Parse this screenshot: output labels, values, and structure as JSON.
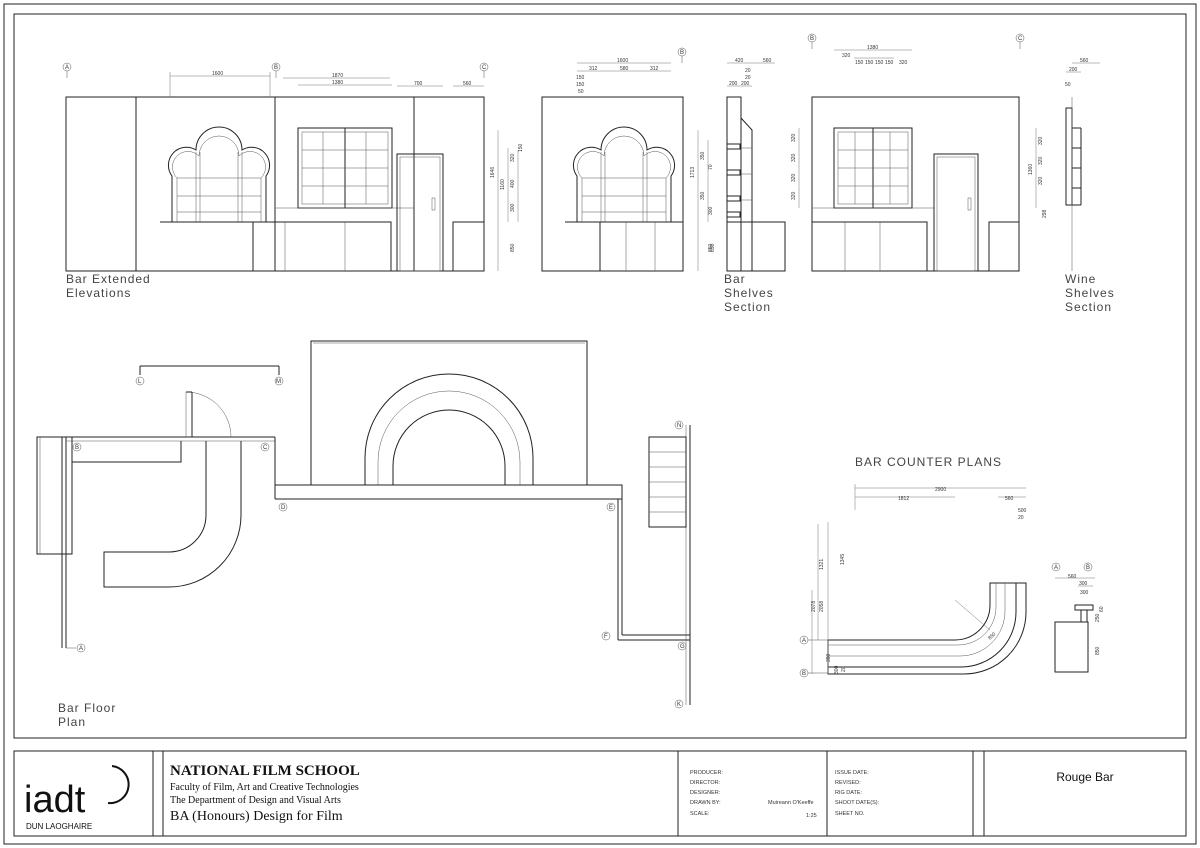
{
  "drawing_labels": {
    "extended_elevations": [
      "Bar Extended",
      "Elevations"
    ],
    "bar_shelves_section": [
      "Bar",
      "Shelves",
      "Section"
    ],
    "wine_shelves_section": [
      "Wine",
      "Shelves",
      "Section"
    ],
    "floor_plan": [
      "Bar Floor",
      "Plan"
    ],
    "counter_plans": "BAR COUNTER PLANS"
  },
  "grid_tags": {
    "a": "A",
    "b": "B",
    "c": "C",
    "d": "D",
    "e": "E",
    "f": "F",
    "g": "G",
    "k": "K",
    "l": "L",
    "m": "M",
    "n": "N"
  },
  "dimensions": {
    "elev_1600": "1600",
    "elev_1870": "1870",
    "elev_1380": "1380",
    "elev_700": "700",
    "elev_560": "560",
    "elev_1646": "1646",
    "elev_1160": "1160",
    "elev_320": "320",
    "elev_400": "400",
    "elev_300": "300",
    "elev_850": "850",
    "elev_150": "150",
    "sec2_1600": "1600",
    "sec2_312": "312",
    "sec2_580": "580",
    "sec2_312b": "312",
    "sec2_150": "150",
    "sec2_50": "50",
    "sec2_1713": "1713",
    "sec2_850": "850",
    "bs_420": "420",
    "bs_560": "560",
    "bs_200": "200",
    "bs_200b": "200",
    "bs_20": "20",
    "bs_20b": "20",
    "bs_350": "350",
    "bs_70": "70",
    "bs_850": "850",
    "bs_300": "300",
    "el4_1380": "1380",
    "el4_320": "320",
    "el4_150": "150",
    "el4_320b": "320",
    "ws_560": "560",
    "ws_200": "200",
    "ws_50": "50",
    "ws_1360": "1360",
    "ws_320": "320",
    "ws_298": "298",
    "cp_2900": "2900",
    "cp_1812": "1812",
    "cp_560": "560",
    "cp_500": "500",
    "cp_20": "20",
    "cp_1321": "1321",
    "cp_1345": "1345",
    "cp_2078": "2078",
    "cp_2058": "2058",
    "cp_390": "390",
    "cp_300": "300",
    "cp_20b": "20",
    "cp_850": "850",
    "cs_560": "560",
    "cs_300": "300",
    "cs_250": "250",
    "cs_60": "60",
    "cs_850": "850"
  },
  "title_block": {
    "logo_text": "iadt",
    "logo_subtitle": "DUN LAOGHAIRE",
    "school": "NATIONAL FILM SCHOOL",
    "faculty": "Faculty of Film, Art and Creative Technologies",
    "department": "The Department of Design and Visual Arts",
    "course": "BA (Honours) Design for Film",
    "fields_left": [
      {
        "label": "PRODUCER:",
        "value": ""
      },
      {
        "label": "DIRECTOR:",
        "value": ""
      },
      {
        "label": "DESIGNER:",
        "value": ""
      },
      {
        "label": "DRAWN BY:",
        "value": "Muireann O'Keeffe"
      },
      {
        "label": "SCALE:",
        "value": "1:25"
      }
    ],
    "fields_right": [
      {
        "label": "ISSUE DATE:"
      },
      {
        "label": "REVISED:"
      },
      {
        "label": "RIG DATE:"
      },
      {
        "label": "SHOOT DATE(S):"
      },
      {
        "label": "SHEET NO."
      }
    ],
    "sheet_title": "Rouge Bar"
  }
}
